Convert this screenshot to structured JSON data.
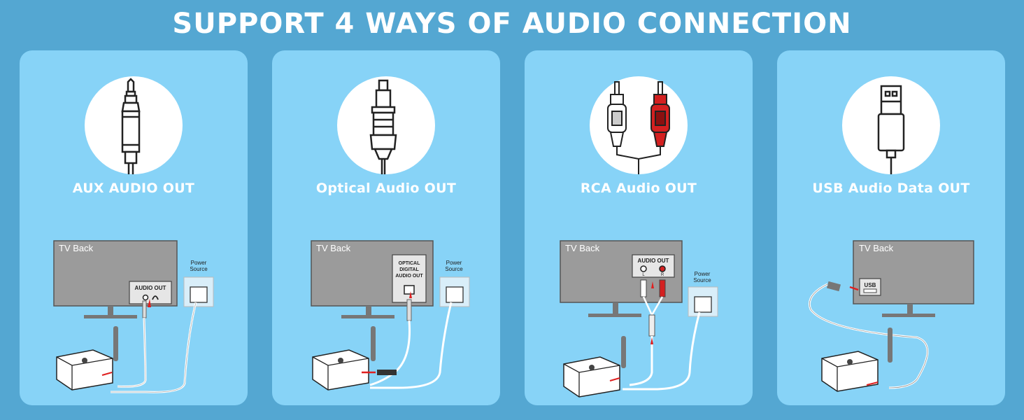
{
  "title": "SUPPORT 4 WAYS OF AUDIO CONNECTION",
  "cards": [
    {
      "label": "AUX AUDIO OUT",
      "tv_text": "TV Back",
      "port_text": "AUDIO OUT",
      "power_line1": "Power",
      "power_line2": "Source",
      "plug_icon": "aux-3.5mm-jack-icon"
    },
    {
      "label": "Optical Audio OUT",
      "tv_text": "TV Back",
      "port_line1": "OPTICAL",
      "port_line2": "DIGITAL",
      "port_line3": "AUDIO OUT",
      "power_line1": "Power",
      "power_line2": "Source",
      "plug_icon": "optical-toslink-plug-icon"
    },
    {
      "label": "RCA Audio OUT",
      "tv_text": "TV Back",
      "port_text": "AUDIO OUT",
      "port_l": "L",
      "port_r": "R",
      "power_line1": "Power",
      "power_line2": "Source",
      "plug_icon": "rca-plug-icon"
    },
    {
      "label": "USB Audio Data OUT",
      "tv_text": "TV Back",
      "port_text": "USB",
      "plug_icon": "usb-plug-icon"
    }
  ],
  "colors": {
    "background": "#54a7d2",
    "card": "#87d3f7",
    "tv": "#9b9b9b",
    "arrow": "#e02020",
    "rca_red": "#d42020"
  }
}
